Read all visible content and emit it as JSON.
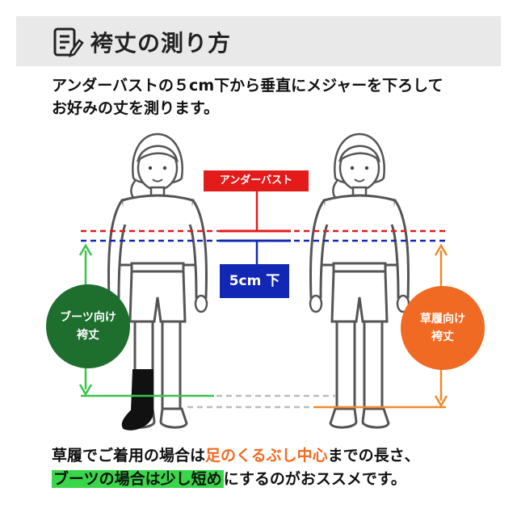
{
  "header": {
    "title": "袴丈の測り方",
    "icon": "checklist-pencil-icon"
  },
  "intro": {
    "line1": "アンダーバストの５cm下から垂直にメジャーを下ろして",
    "line2": "お好みの丈を測ります。"
  },
  "labels": {
    "underbust": "アンダーバスト",
    "five_cm_down": "5cm 下"
  },
  "boots_label": {
    "line1": "ブーツ向け",
    "line2": "袴丈"
  },
  "sandals_label": {
    "line1": "草履向け",
    "line2": "袴丈"
  },
  "footer": {
    "line1_part1": "草履でご着用の場合は",
    "line1_highlight": "足のくるぶし中心",
    "line1_part2": "までの長さ、",
    "line2_highlight": "ブーツの場合は少し短め",
    "line2_part2": "にするのがおススメです。"
  },
  "colors": {
    "underbust_red": "#e41b1b",
    "five_cm_blue": "#1228b4",
    "boots_green": "#1e6e2e",
    "sandals_orange": "#f06a23",
    "highlight_green": "#39d649",
    "header_bg": "#e9e9e9"
  }
}
